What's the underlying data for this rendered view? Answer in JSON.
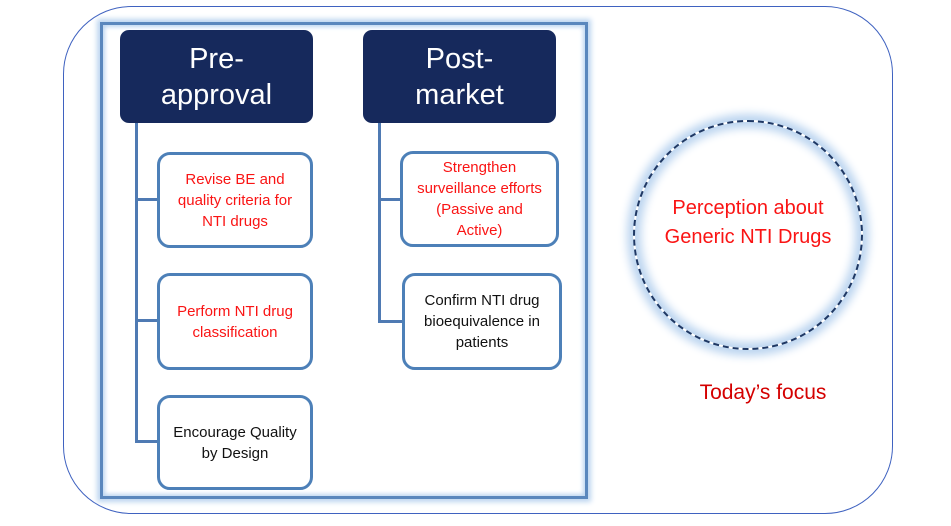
{
  "colors": {
    "navy": "#16295c",
    "outer_border": "#3f62c0",
    "frame_border": "#5a87bd",
    "box_border": "#4d80b8",
    "connector": "#4f7ab3",
    "glow": "#bcd5f0",
    "circle_dash": "#1f3864",
    "red": "#fa1414",
    "caption_red": "#d40000",
    "black_text": "#111111"
  },
  "pre": {
    "header_line1": "Pre-",
    "header_line2": "approval",
    "items": [
      {
        "text": "Revise BE and quality criteria for NTI drugs",
        "emphasis": "red"
      },
      {
        "text": "Perform NTI drug classification",
        "emphasis": "red"
      },
      {
        "text": "Encourage Quality by Design",
        "emphasis": "black"
      }
    ]
  },
  "post": {
    "header_line1": "Post-",
    "header_line2": "market",
    "items": [
      {
        "text": "Strengthen surveillance efforts (Passive and Active)",
        "emphasis": "red"
      },
      {
        "text": "Confirm NTI drug bioequivalence in patients",
        "emphasis": "black"
      }
    ]
  },
  "circle": {
    "line1": "Perception about",
    "line2": "Generic NTI Drugs"
  },
  "caption": "Today’s focus"
}
